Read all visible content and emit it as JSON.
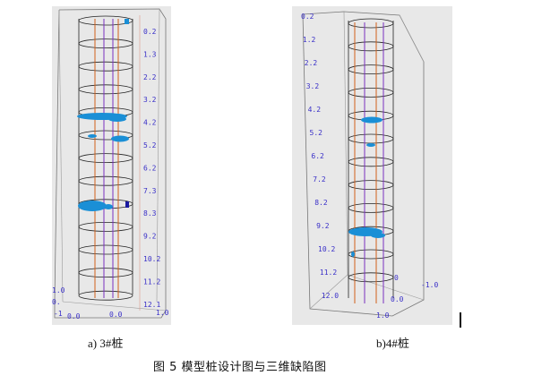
{
  "figure": {
    "title": "图 5    模型桩设计图与三维缺陷图"
  },
  "panel_a": {
    "caption": "a) 3#桩",
    "depth_labels": [
      "0.2",
      "1.3",
      "2.2",
      "3.2",
      "4.2",
      "5.2",
      "6.2",
      "7.3",
      "8.3",
      "9.2",
      "10.2",
      "11.2",
      "12.1"
    ],
    "axis_labels": [
      "1.0",
      "0.0",
      "-1.0",
      "0.0",
      "1.0"
    ],
    "left_axis_labels": [
      "1.0",
      "0.",
      "-1"
    ]
  },
  "panel_b": {
    "caption": "b)4#桩",
    "depth_labels": [
      "0.2",
      "1.2",
      "2.2",
      "3.2",
      "4.2",
      "5.2",
      "6.2",
      "7.2",
      "8.2",
      "9.2",
      "10.2",
      "11.2",
      "12.0"
    ],
    "axis_labels": [
      "0",
      "-1.0",
      "0.0",
      "1.0"
    ]
  },
  "colors": {
    "panel_bg": "#e8e8e8",
    "ring": "#222222",
    "orange_rebar": "#d2601a",
    "purple_rebar": "#7a2fc0",
    "defect": "#1a8fd6",
    "label": "#3a30c8"
  }
}
